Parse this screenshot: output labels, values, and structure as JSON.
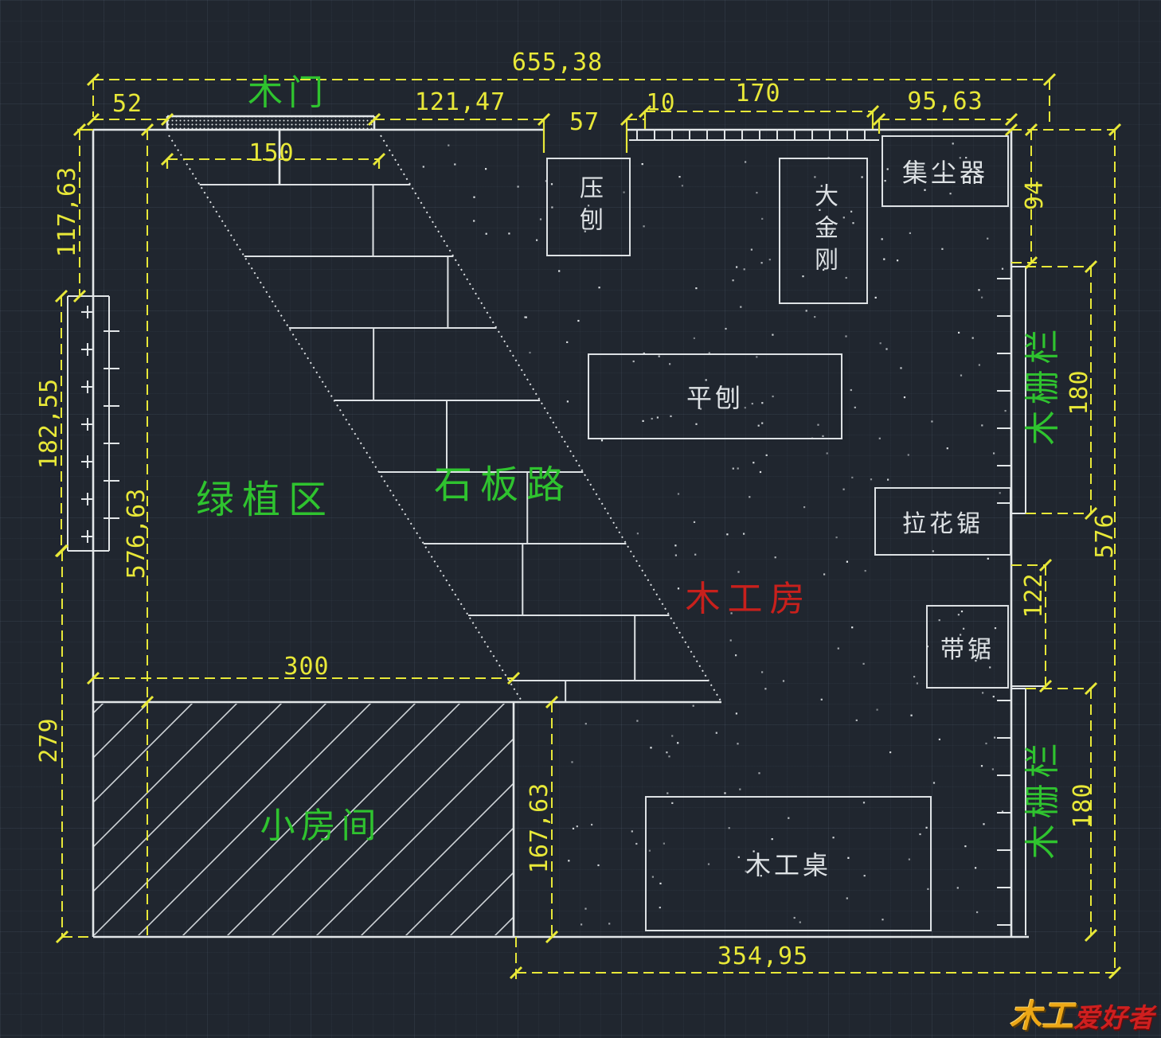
{
  "drawing": {
    "areas": {
      "door_label": "木门",
      "green_zone": "绿植区",
      "stone_path": "石板路",
      "workshop": "木工房",
      "small_room": "小房间",
      "fence_upper": "木栅栏",
      "fence_lower": "木栅栏"
    },
    "machines": {
      "thickness_planer": "压刨",
      "table_saw": "大金刚",
      "dust_collector": "集尘器",
      "jointer": "平刨",
      "scroll_saw": "拉花锯",
      "band_saw": "带锯",
      "workbench": "木工桌"
    },
    "dims": {
      "top_total": "655,38",
      "left_offset": "52",
      "door_width": "150",
      "top_mid": "121,47",
      "door_gap": "57",
      "win_gap": "10",
      "window_width": "170",
      "top_right": "95,63",
      "right_top": "94",
      "left_top": "117,63",
      "left_window": "182,55",
      "left_inner": "576,63",
      "left_bottom": "279",
      "small_room_width": "300",
      "bench_offset": "167,63",
      "bottom_width": "354,95",
      "right_total": "576",
      "right_gap": "122",
      "fence_upper_len": "180",
      "fence_lower_len": "180"
    },
    "watermark": {
      "prefix": "木工",
      "suffix": "爱好者"
    },
    "colors": {
      "dim_yellow": "#e8e838",
      "label_green": "#2fc32f",
      "label_red": "#c8201c",
      "line_white": "#e2e6e8",
      "background": "#20262f"
    }
  }
}
